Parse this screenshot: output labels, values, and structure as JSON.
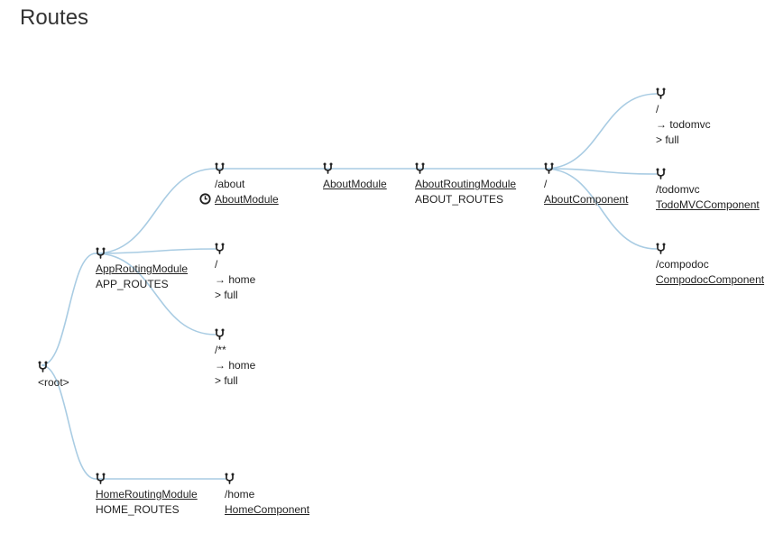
{
  "page_title": "Routes",
  "nodes": {
    "root": {
      "lines": [
        "<root>"
      ]
    },
    "app_routing": {
      "lines": [
        "AppRoutingModule",
        "APP_ROUTES"
      ]
    },
    "home_routing": {
      "lines": [
        "HomeRoutingModule",
        "HOME_ROUTES"
      ]
    },
    "about": {
      "lines": [
        "/about",
        "AboutModule"
      ]
    },
    "redirect_root": {
      "lines": [
        "/",
        "→ home",
        "> full"
      ]
    },
    "wildcard": {
      "lines": [
        "/**",
        "→ home",
        "> full"
      ]
    },
    "home": {
      "lines": [
        "/home",
        "HomeComponent"
      ]
    },
    "about_module": {
      "lines": [
        "AboutModule"
      ]
    },
    "about_routing": {
      "lines": [
        "AboutRoutingModule",
        "ABOUT_ROUTES"
      ]
    },
    "about_component": {
      "lines": [
        "/",
        "AboutComponent"
      ]
    },
    "todomvc_redirect": {
      "lines": [
        "/",
        "→ todomvc",
        "> full"
      ]
    },
    "todomvc": {
      "lines": [
        "/todomvc",
        "TodoMVCComponent"
      ]
    },
    "compodoc": {
      "lines": [
        "/compodoc",
        "CompodocComponent"
      ]
    }
  }
}
